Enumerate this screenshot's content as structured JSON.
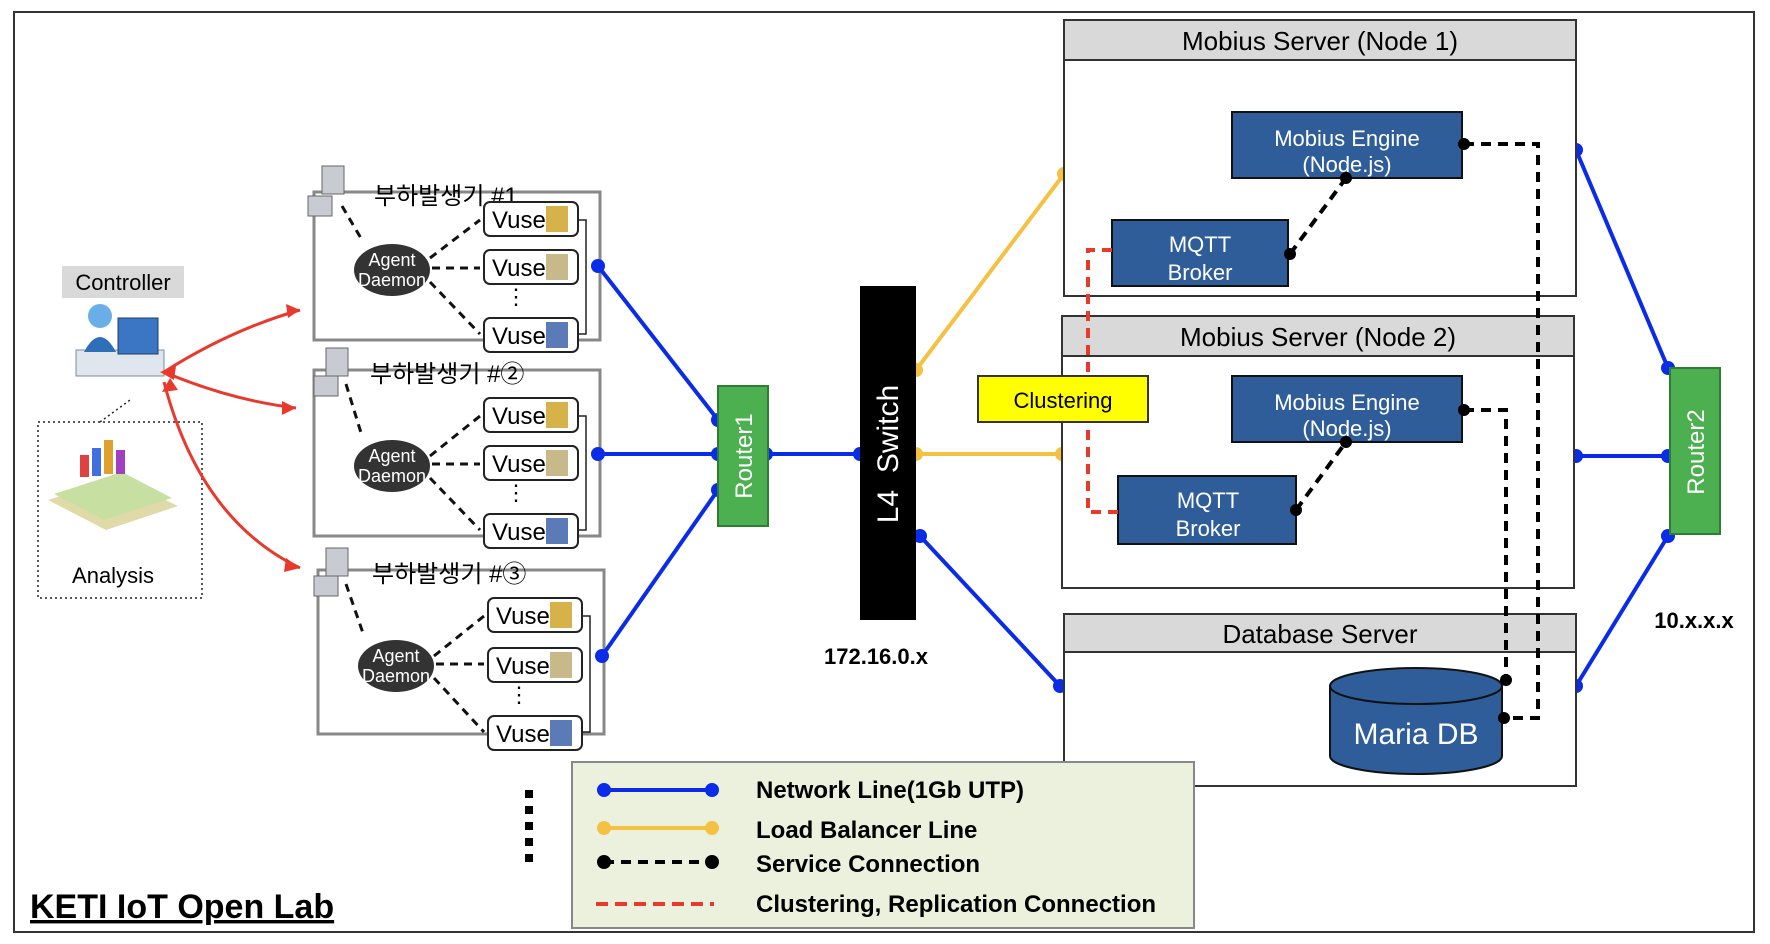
{
  "controller": {
    "label": "Controller"
  },
  "analysis": {
    "label": "Analysis"
  },
  "generators": [
    {
      "title": "부하발생기 #1",
      "daemon": [
        "Agent",
        "Daemon"
      ],
      "vusers": [
        "Vuse",
        "Vuse",
        "Vuse"
      ]
    },
    {
      "title": "부하발생기 #②",
      "daemon": [
        "Agent",
        "Daemon"
      ],
      "vusers": [
        "Vuse",
        "Vuse",
        "Vuse"
      ]
    },
    {
      "title": "부하발생기 #③",
      "daemon": [
        "Agent",
        "Daemon"
      ],
      "vusers": [
        "Vuse",
        "Vuse",
        "Vuse"
      ]
    }
  ],
  "router1": {
    "label": "Router1"
  },
  "router2": {
    "label": "Router2"
  },
  "switch": {
    "label": "L4  Switch"
  },
  "clustering": {
    "label": "Clustering"
  },
  "ip": {
    "internal": "172.16.0.x",
    "external": "10.x.x.x"
  },
  "servers": {
    "node1": {
      "title": "Mobius Server (Node 1)",
      "engine": [
        "Mobius Engine",
        "(Node.js)"
      ],
      "broker": [
        "MQTT",
        "Broker"
      ]
    },
    "node2": {
      "title": "Mobius Server (Node 2)",
      "engine": [
        "Mobius Engine",
        "(Node.js)"
      ],
      "broker": [
        "MQTT",
        "Broker"
      ]
    },
    "db": {
      "title": "Database Server",
      "db_label": "Maria DB"
    }
  },
  "legend": {
    "items": [
      {
        "label": "Network Line(1Gb UTP)",
        "color": "#0a2be8",
        "style": "solid-dots"
      },
      {
        "label": "Load Balancer Line",
        "color": "#f5c142",
        "style": "solid-dots"
      },
      {
        "label": "Service Connection",
        "color": "#000000",
        "style": "dashed-dots"
      },
      {
        "label": "Clustering, Replication Connection",
        "color": "#e8392c",
        "style": "dashed"
      }
    ]
  },
  "footer": {
    "title": "KETI IoT Open Lab"
  },
  "colors": {
    "network": "#0a2be8",
    "loadbalancer": "#f5c142",
    "service": "#000000",
    "clustering": "#e8392c",
    "router": "#4caf50",
    "server_box": "#2f5d9a",
    "legend_bg": "#ebf1dd"
  }
}
